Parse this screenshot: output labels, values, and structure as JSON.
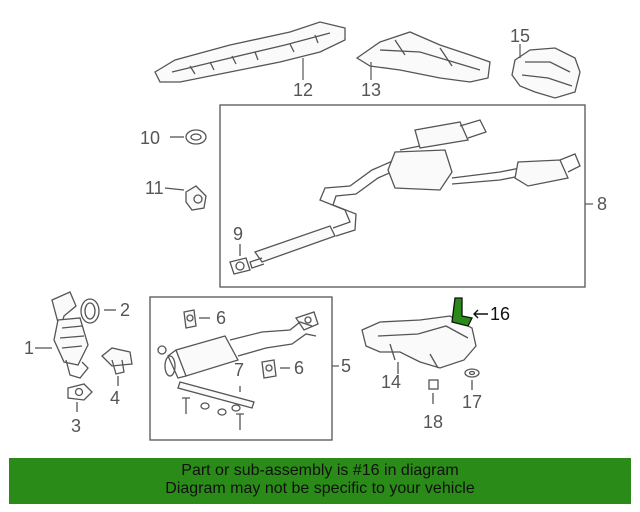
{
  "diagram": {
    "callouts": {
      "c1": "1",
      "c2": "2",
      "c3": "3",
      "c4": "4",
      "c5": "5",
      "c6a": "6",
      "c6b": "6",
      "c7": "7",
      "c8": "8",
      "c9": "9",
      "c10": "10",
      "c11": "11",
      "c12": "12",
      "c13": "13",
      "c14": "14",
      "c15": "15",
      "c16": "16",
      "c17": "17",
      "c18": "18"
    },
    "highlight_color": "#2b8b18"
  },
  "footer": {
    "line1": "Part or sub-assembly is #16 in diagram",
    "line2": "Diagram may not be specific to your vehicle"
  }
}
